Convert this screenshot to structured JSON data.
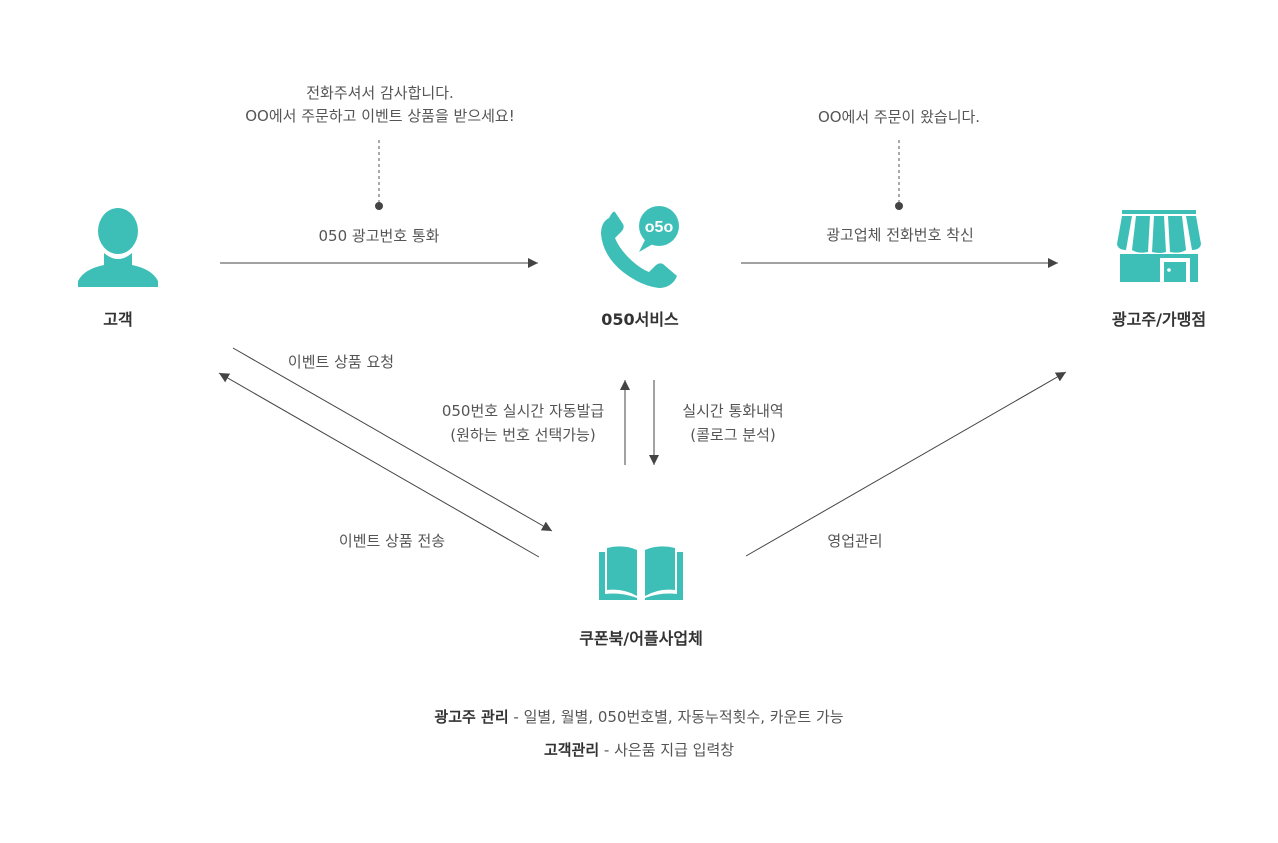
{
  "colors": {
    "accent": "#3dbfb8",
    "line": "#444444",
    "text": "#555555"
  },
  "nodes": {
    "customer": {
      "label": "고객",
      "icon": "person-icon"
    },
    "service": {
      "label": "050서비스",
      "icon": "phone-050-icon",
      "badge": "o5o"
    },
    "advertiser": {
      "label": "광고주/가맹점",
      "icon": "store-icon"
    },
    "couponbook": {
      "label": "쿠폰북/어플사업체",
      "icon": "book-icon"
    }
  },
  "messages": {
    "customer_note_line1": "전화주셔서 감사합니다.",
    "customer_note_line2": "OO에서 주문하고 이벤트 상품을 받으세요!",
    "advertiser_note": "OO에서 주문이 왔습니다."
  },
  "edges": {
    "call_050": "050 광고번호 통화",
    "incoming_call": "광고업체 전화번호 착신",
    "event_request": "이벤트 상품 요청",
    "event_send": "이벤트 상품 전송",
    "issue_line1": "050번호 실시간 자동발급",
    "issue_line2": "(원하는 번호 선택가능)",
    "history_line1": "실시간 통화내역",
    "history_line2": "(콜로그 분석)",
    "sales_mgmt": "영업관리"
  },
  "footer": {
    "line1_title": "광고주 관리",
    "line1_text": " - 일별, 월별, 050번호별, 자동누적횟수, 카운트 가능",
    "line2_title": "고객관리",
    "line2_text": " - 사은품 지급 입력창"
  }
}
